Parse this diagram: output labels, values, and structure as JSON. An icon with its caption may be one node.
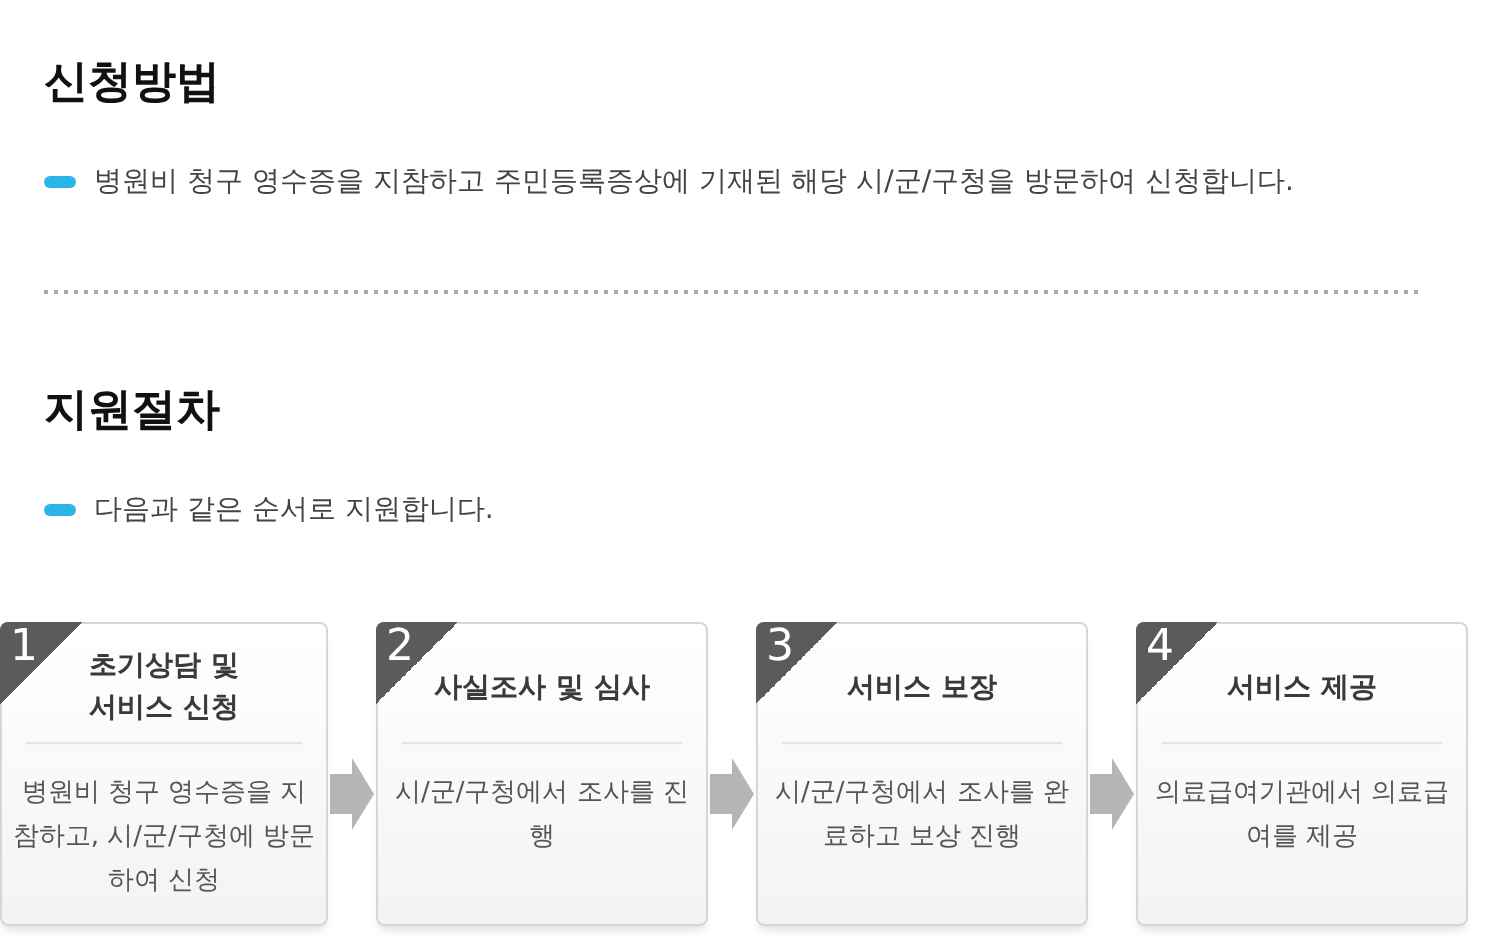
{
  "diagram": {
    "nodes": [
      {
        "text": [
          "1",
          "초기상담 및 서비스 신청",
          "병원비 청구 영수증을 지참하고, 시/군/구청에 방문하여 신청"
        ]
      },
      {
        "text": [
          "2",
          "사실조사 및 심사",
          "시/군/구청에서 조사를 진행"
        ]
      },
      {
        "text": [
          "3",
          "서비스 보장",
          "시/군/구청에서 조사를 완료하고 보상 진행"
        ]
      },
      {
        "text": [
          "4",
          "서비스 제공",
          "의료급여기관에서 의료급여를 제공"
        ]
      }
    ],
    "edges": [
      {
        "from": 0,
        "to": 1,
        "arrow": "to"
      },
      {
        "from": 1,
        "to": 2,
        "arrow": "to"
      },
      {
        "from": 2,
        "to": 3,
        "arrow": "to"
      }
    ],
    "labels": [
      "신청방법",
      "병원비 청구 영수증을 지참하고 주민등록증상에 기재된 해당 시/군/구청을 방문하여 신청합니다.",
      "지원절차",
      "다음과 같은 순서로 지원합니다."
    ]
  }
}
